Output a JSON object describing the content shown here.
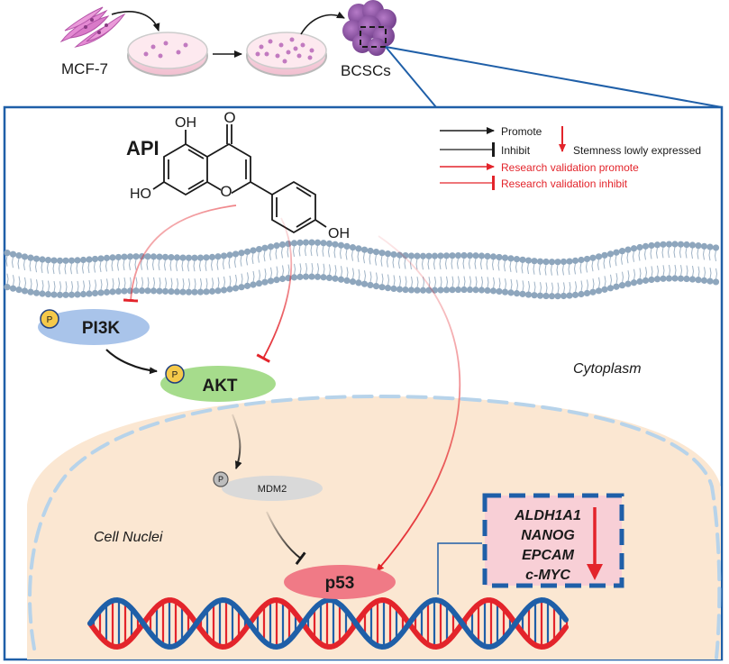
{
  "culture": {
    "cell_line": "MCF-7",
    "stem_cells": "BCSCs"
  },
  "compound": {
    "name": "API",
    "substituents": {
      "top": "OH",
      "left": "HO",
      "right": "OH",
      "carbonyl": "O"
    }
  },
  "legend": {
    "promote": "Promote",
    "inhibit": "Inhibit",
    "stemness": "Stemness lowly expressed",
    "research_promote": "Research validation promote",
    "research_inhibit": "Research validation inhibit"
  },
  "compartments": {
    "cytoplasm": "Cytoplasm",
    "nucleus": "Cell Nuclei"
  },
  "proteins": {
    "pi3k": "PI3K",
    "akt": "AKT",
    "mdm2": "MDM2",
    "p53": "p53",
    "phospho": "P"
  },
  "genes": [
    "ALDH1A1",
    "NANOG",
    "EPCAM",
    "c-MYC"
  ],
  "colors": {
    "frame": "#1f5fa8",
    "red": "#e3242b",
    "pi3k": "#a9c4ea",
    "akt": "#a6dc8c",
    "mdm2": "#d9d9d9",
    "p53": "#f07a86",
    "nucleus": "#fbe7d2",
    "gene_box_fill": "#f8cfd6",
    "gene_box_border": "#1f5fa8",
    "phospho_fill": "#f5c94a"
  }
}
